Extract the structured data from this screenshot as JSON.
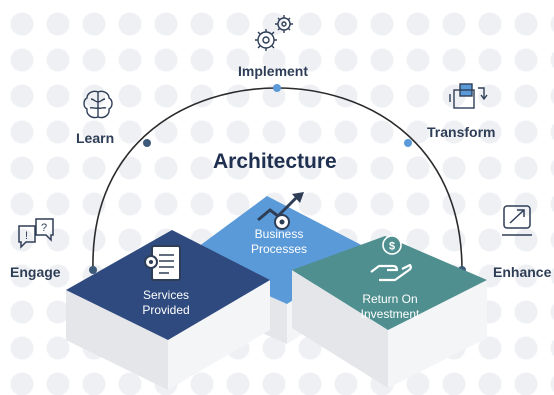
{
  "diagram": {
    "title": "Architecture",
    "stages": {
      "engage": "Engage",
      "learn": "Learn",
      "implement": "Implement",
      "transform": "Transform",
      "enhance": "Enhance"
    },
    "blocks": {
      "services": [
        "Services",
        "Provided"
      ],
      "business": [
        "Business",
        "Processes"
      ],
      "return": [
        "Return On",
        "Investment"
      ]
    },
    "colors": {
      "navy": "#2f4a7f",
      "blue": "#5b9ad8",
      "teal": "#4f8f8f",
      "text": "#2f3e57",
      "arc": "#2b2b2b"
    }
  }
}
